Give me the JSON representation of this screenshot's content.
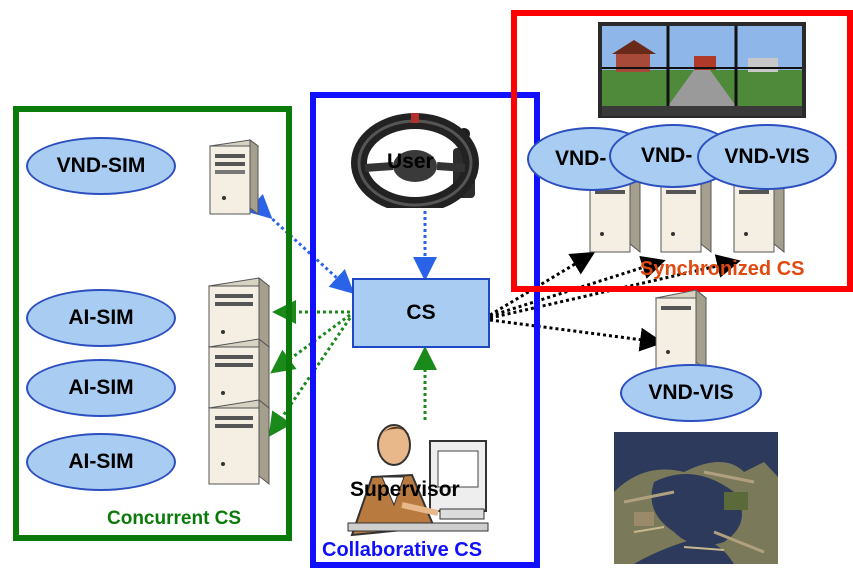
{
  "groups": {
    "concurrent": "Concurrent CS",
    "collaborative": "Collaborative CS",
    "synchronized": "Synchronized CS"
  },
  "nodes": {
    "vnd_sim": "VND-SIM",
    "ai_sim_1": "AI-SIM",
    "ai_sim_2": "AI-SIM",
    "ai_sim_3": "AI-SIM",
    "cs": "CS",
    "user": "User",
    "supervisor": "Supervisor",
    "vnd_vis_1": "VND-",
    "vnd_vis_2": "VND-",
    "vnd_vis_3": "VND-VIS",
    "vnd_vis_4": "VND-VIS"
  },
  "colors": {
    "concurrent": "#0b7a0b",
    "collaborative": "#1010ff",
    "synchronized": "#ff0000",
    "synchronized_label": "#e04a10",
    "node_fill": "#a9cdf2"
  },
  "icons": {
    "server": "server-tower-icon",
    "wheel": "steering-wheel-icon",
    "supervisor": "person-at-computer-icon",
    "screen": "driving-scene-display-icon",
    "map": "satellite-map-icon"
  }
}
